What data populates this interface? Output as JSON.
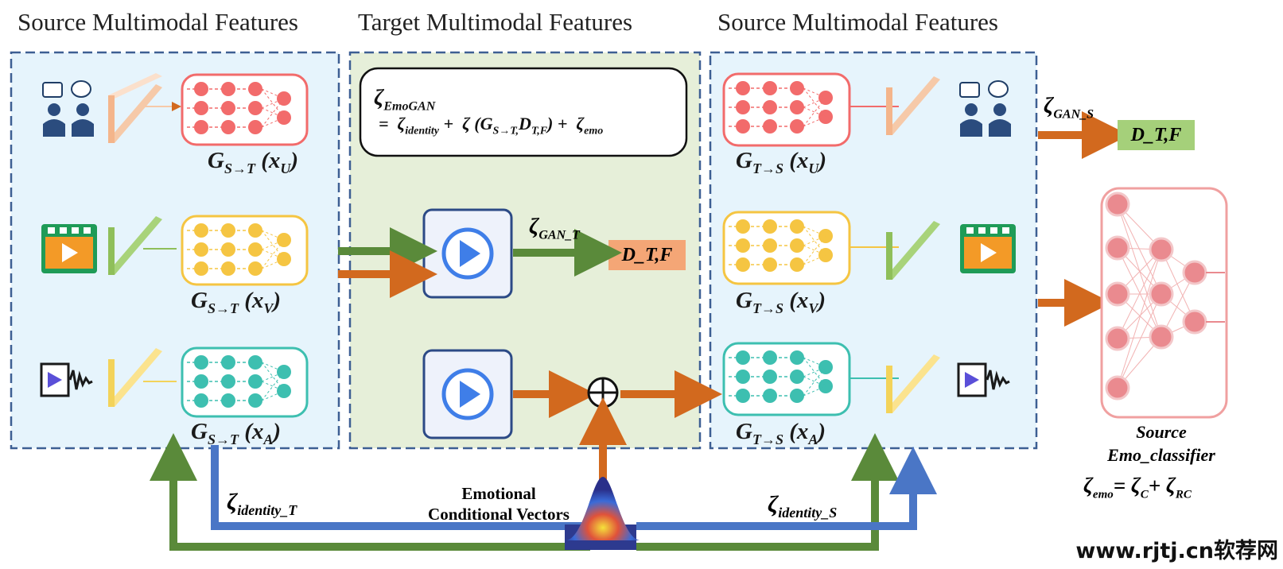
{
  "headers": {
    "left": "Source Multimodal Features",
    "middle": "Target Multimodal Features",
    "right": "Source Multimodal Features"
  },
  "loss_box": {
    "line1_symbol": "ζ",
    "line1_sub": "EmoGAN",
    "line2": "=  ζ identity +  ζ (GS→T,DT,F) +  ζ emo"
  },
  "generators_left": [
    {
      "G": "G",
      "sub": "S→T",
      "arg": "(x",
      "argsub": "U",
      "close": ")",
      "color": "#f26b6b"
    },
    {
      "G": "G",
      "sub": "S→T",
      "arg": "(x",
      "argsub": "V",
      "close": ")",
      "color": "#f5c542"
    },
    {
      "G": "G",
      "sub": "S→T",
      "arg": "(x",
      "argsub": "A",
      "close": ")",
      "color": "#3dbfb0"
    }
  ],
  "generators_right": [
    {
      "G": "G",
      "sub": "T→S",
      "arg": "(x",
      "argsub": "U",
      "close": ")",
      "color": "#f26b6b"
    },
    {
      "G": "G",
      "sub": "T→S",
      "arg": "(x",
      "argsub": "V",
      "close": ")",
      "color": "#f5c542"
    },
    {
      "G": "G",
      "sub": "T→S",
      "arg": "(x",
      "argsub": "A",
      "close": ")",
      "color": "#3dbfb0"
    }
  ],
  "discriminators": {
    "middle": {
      "label": "D_T,F",
      "loss_symbol": "ζ",
      "loss_sub": "GAN_T",
      "color": "#f4a676"
    },
    "right": {
      "label": "D_T,F",
      "loss_symbol": "ζ",
      "loss_sub": "GAN_S",
      "color": "#a5d07a"
    }
  },
  "identity_losses": {
    "left": {
      "symbol": "ζ",
      "sub": "identity_T"
    },
    "right": {
      "symbol": "ζ",
      "sub": "identity_S"
    }
  },
  "emotional_vectors": {
    "line1": "Emotional",
    "line2": "Conditional Vectors"
  },
  "classifier": {
    "line1": "Source",
    "line2": "Emo_classifier",
    "loss": {
      "symbol": "ζ",
      "sub": "emo",
      "eq": "= ζ",
      "sub2": "C",
      "plus": "+ ζ",
      "sub3": "RC"
    }
  },
  "watermark": "www.rjtj.cn软荐网",
  "colors": {
    "panel_blue": "#e6f4fc",
    "panel_green": "#e6efd9",
    "dash": "#3d5f93",
    "arrow_green": "#5a8a3a",
    "arrow_orange": "#d2691e",
    "arrow_blue": "#4a76c6"
  },
  "icons": [
    "people-icon",
    "video-icon",
    "audio-video-icon",
    "neural-net-icon",
    "discriminator-icon",
    "sum-icon",
    "gaussian-icon"
  ]
}
